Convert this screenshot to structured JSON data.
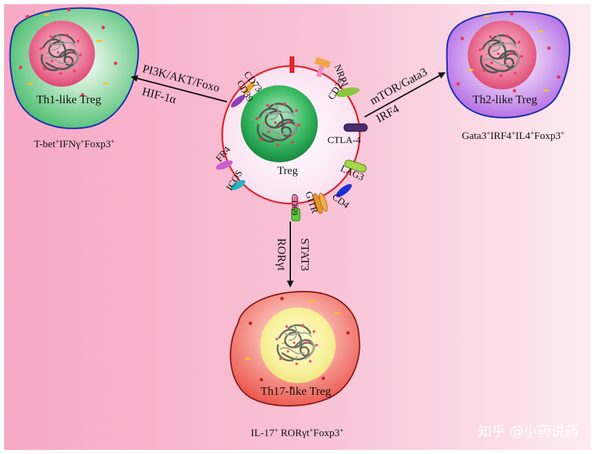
{
  "center_cell": {
    "label": "Treg",
    "markers": {
      "cd73": "CD73",
      "cd39": "CD39",
      "nrp1": "NRP1",
      "cd25": "CD25",
      "ctla4": "CTLA-4",
      "fr4": "FR4",
      "icos": "ICOS",
      "lag3": "LAG3",
      "cd4": "CD4",
      "gitr": "GITR",
      "cd69": "CD69"
    }
  },
  "th1": {
    "label": "Th1-like  Treg",
    "pathway_line1": "PI3K/AKT/Foxo",
    "pathway_line2": "HIF-1α",
    "phenotype": {
      "p1": "T-bet",
      "s1": "+",
      "p2": "IFNγ",
      "s2": "+",
      "p3": "Foxp3",
      "s3": "+"
    }
  },
  "th2": {
    "label": "Th2-like  Treg",
    "pathway_line1": "mTOR/Gata3",
    "pathway_line2": "IRF4",
    "phenotype": {
      "p1": "Gata3",
      "s1": "+",
      "p2": "IRF4",
      "s2": "+",
      "p3": "IL4",
      "s3": "+",
      "p4": "Foxp3",
      "s4": "+"
    }
  },
  "th17": {
    "label": "Th17-like  Treg",
    "pathway_line1": "STAT3",
    "pathway_line2": "RORγt",
    "phenotype": {
      "p1": "IL-17",
      "s1": "+",
      "p2": " RORγt",
      "s2": "+",
      "p3": "Foxp3",
      "s3": "+"
    }
  },
  "watermark": "知乎 @小药说药",
  "colors": {
    "bg_left": "#f7aec8",
    "bg_right": "#fbe3ec",
    "th1_cytoplasm": "#3fbf6a",
    "th2_cytoplasm": "#b76ae6",
    "th17_cytoplasm": "#e8453a",
    "treg_nucleus": "#1f9d4c",
    "nucleus_pink": "#e4537e",
    "nucleus_yellow": "#f3ee86"
  }
}
